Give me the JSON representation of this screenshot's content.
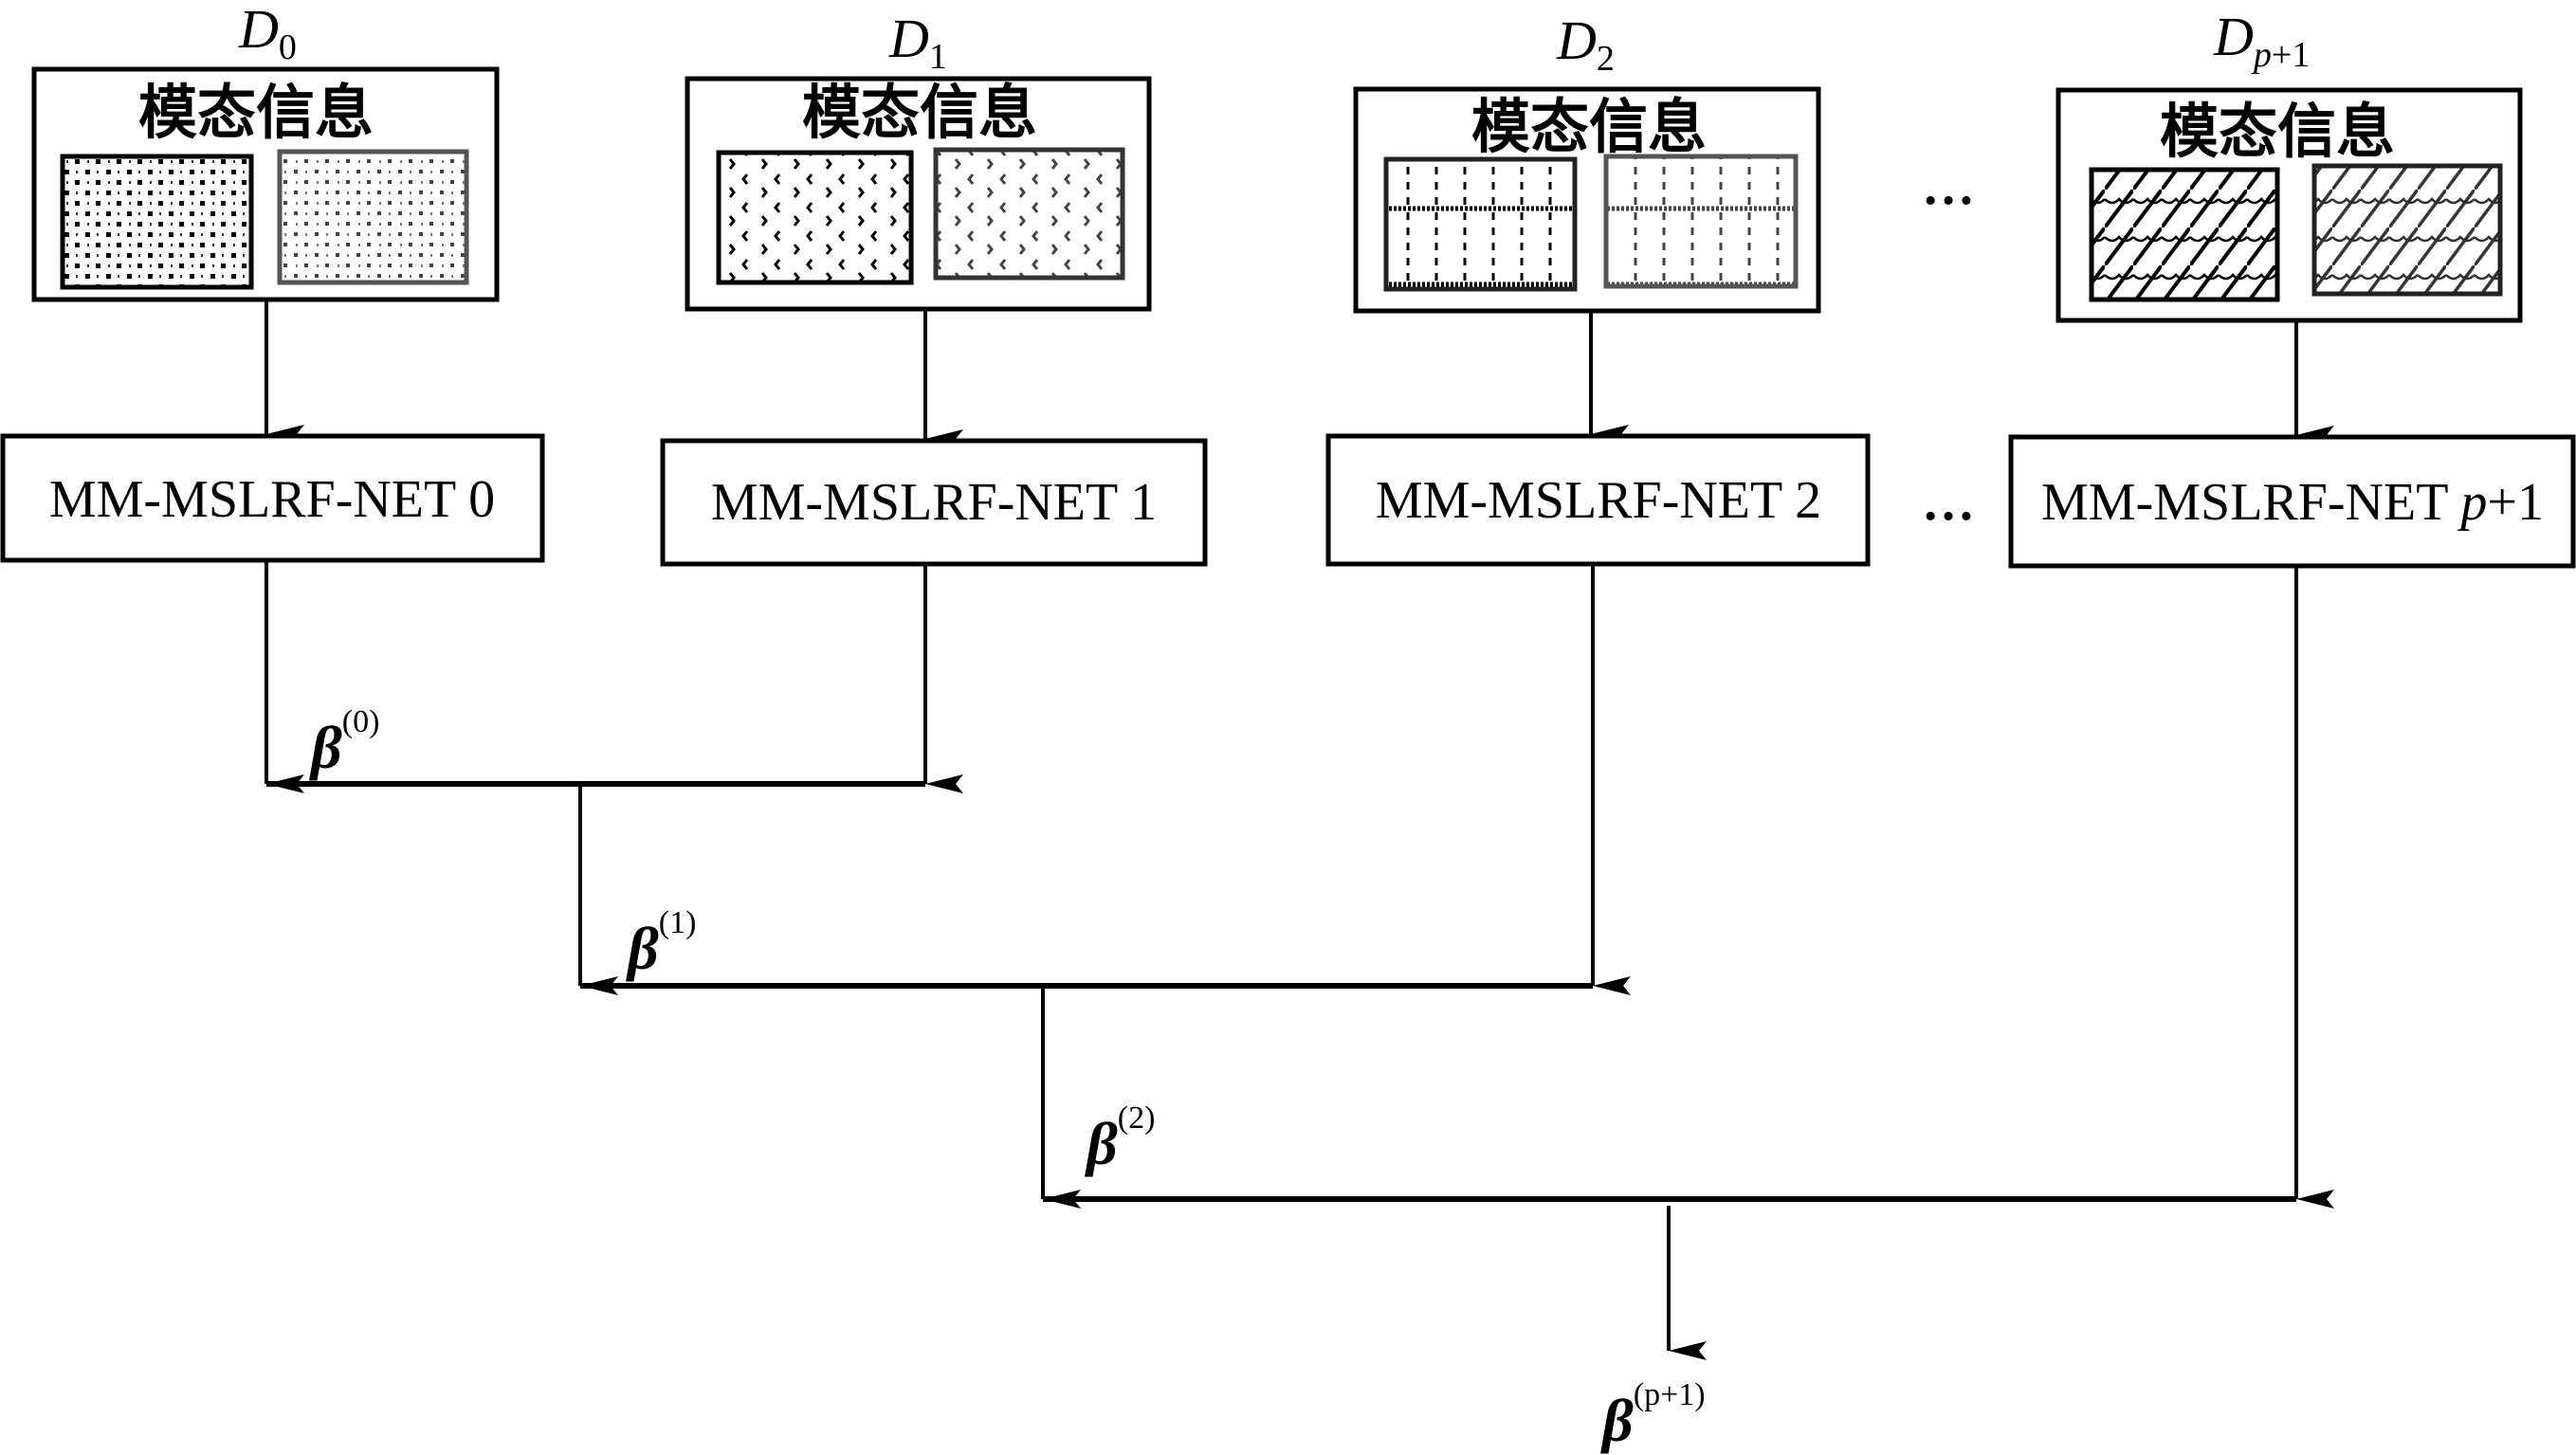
{
  "diagram": {
    "domains": [
      {
        "label_main": "D",
        "label_sub": "0",
        "sub_italic_part": "",
        "box_title": "模态信息",
        "pattern": "dots",
        "net_label": "MM-MSLRF-NET 0",
        "net_prefix": "MM-MSLRF-NET ",
        "net_suffix_italic": "",
        "net_suffix": "0"
      },
      {
        "label_main": "D",
        "label_sub": "1",
        "sub_italic_part": "",
        "box_title": "模态信息",
        "pattern": "arrows",
        "net_label": "MM-MSLRF-NET 1",
        "net_prefix": "MM-MSLRF-NET ",
        "net_suffix_italic": "",
        "net_suffix": "1"
      },
      {
        "label_main": "D",
        "label_sub": "2",
        "sub_italic_part": "",
        "box_title": "模态信息",
        "pattern": "dashed-grid",
        "net_label": "MM-MSLRF-NET 2",
        "net_prefix": "MM-MSLRF-NET ",
        "net_suffix_italic": "",
        "net_suffix": "2"
      },
      {
        "label_main": "D",
        "label_sub": "+1",
        "sub_italic_part": "p",
        "box_title": "模态信息",
        "pattern": "diagonal-scales",
        "net_label": "MM-MSLRF-NET p+1",
        "net_prefix": "MM-MSLRF-NET ",
        "net_suffix_italic": "p",
        "net_suffix": "+1"
      }
    ],
    "ellipsis": "…",
    "betas": [
      {
        "symbol": "β",
        "sup": "(0)"
      },
      {
        "symbol": "β",
        "sup": "(1)"
      },
      {
        "symbol": "β",
        "sup": "(2)"
      },
      {
        "symbol": "β",
        "sup": "(p+1)"
      }
    ],
    "colors": {
      "stroke": "#000000",
      "background": "#ffffff",
      "pattern_secondary": "#555555"
    }
  }
}
